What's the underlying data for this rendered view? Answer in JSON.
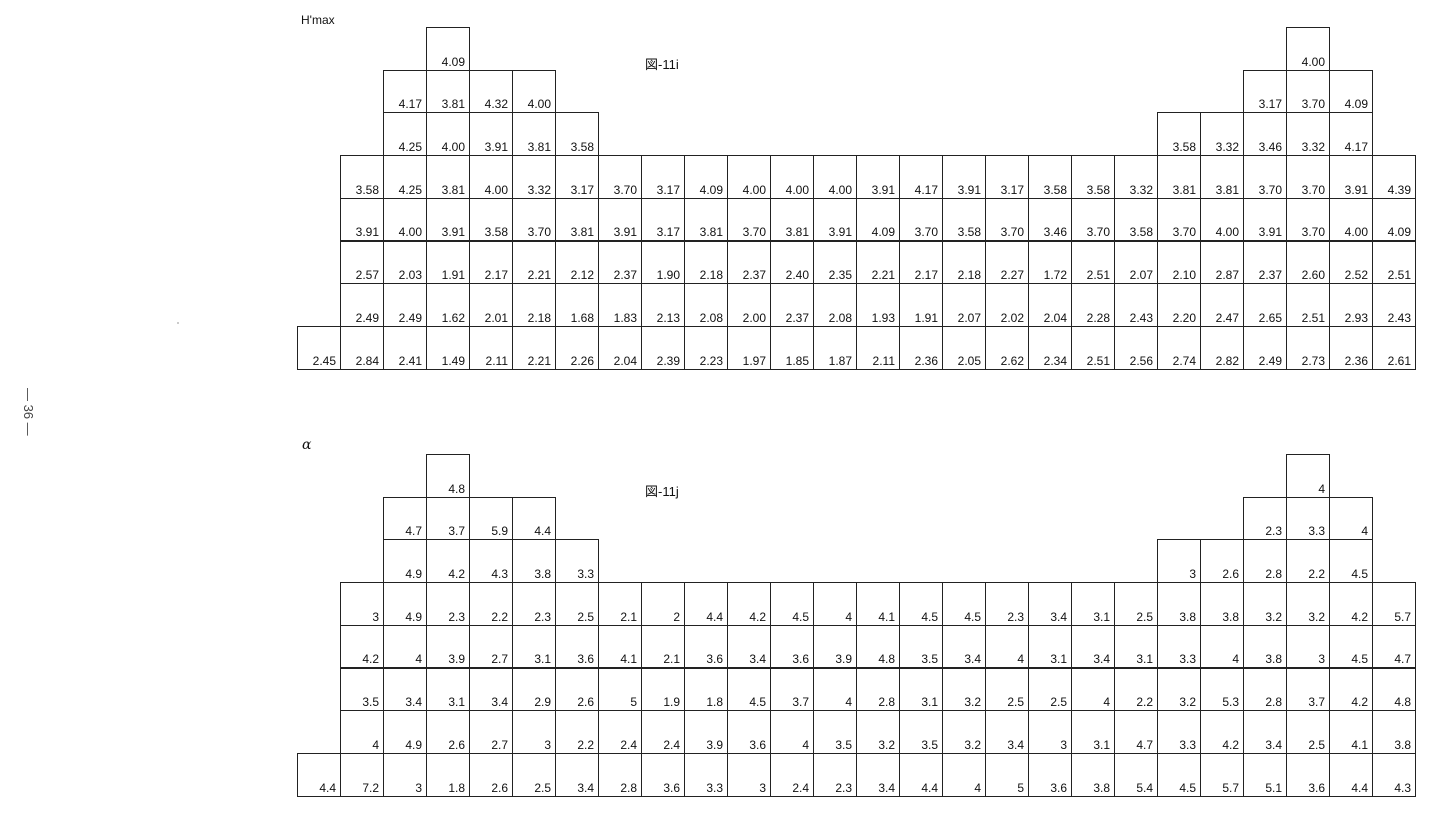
{
  "page_number": "— 36 —",
  "grid_i": {
    "y_label": "H'max",
    "figure_label": "図-11i",
    "rows": [
      [
        null,
        null,
        null,
        "4.09",
        null,
        null,
        null,
        null,
        null,
        null,
        null,
        null,
        null,
        null,
        null,
        null,
        null,
        null,
        null,
        null,
        null,
        null,
        null,
        "4.00",
        null,
        null
      ],
      [
        null,
        null,
        "4.17",
        "3.81",
        "4.32",
        "4.00",
        null,
        null,
        null,
        null,
        null,
        null,
        null,
        null,
        null,
        null,
        null,
        null,
        null,
        null,
        null,
        null,
        "3.17",
        "3.70",
        "4.09",
        null
      ],
      [
        null,
        null,
        "4.25",
        "4.00",
        "3.91",
        "3.81",
        "3.58",
        null,
        null,
        null,
        null,
        null,
        null,
        null,
        null,
        null,
        null,
        null,
        null,
        null,
        "3.58",
        "3.32",
        "3.46",
        "3.32",
        "4.17",
        null
      ],
      [
        null,
        "3.58",
        "4.25",
        "3.81",
        "4.00",
        "3.32",
        "3.17",
        "3.70",
        "3.17",
        "4.09",
        "4.00",
        "4.00",
        "4.00",
        "3.91",
        "4.17",
        "3.91",
        "3.17",
        "3.58",
        "3.58",
        "3.32",
        "3.81",
        "3.81",
        "3.70",
        "3.70",
        "3.91",
        "4.39"
      ],
      [
        null,
        "3.91",
        "4.00",
        "3.91",
        "3.58",
        "3.70",
        "3.81",
        "3.91",
        "3.17",
        "3.81",
        "3.70",
        "3.81",
        "3.91",
        "4.09",
        "3.70",
        "3.58",
        "3.70",
        "3.46",
        "3.70",
        "3.58",
        "3.70",
        "4.00",
        "3.91",
        "3.70",
        "4.00",
        "4.09"
      ],
      [
        null,
        "2.57",
        "2.03",
        "1.91",
        "2.17",
        "2.21",
        "2.12",
        "2.37",
        "1.90",
        "2.18",
        "2.37",
        "2.40",
        "2.35",
        "2.21",
        "2.17",
        "2.18",
        "2.27",
        "1.72",
        "2.51",
        "2.07",
        "2.10",
        "2.87",
        "2.37",
        "2.60",
        "2.52",
        "2.51"
      ],
      [
        null,
        "2.49",
        "2.49",
        "1.62",
        "2.01",
        "2.18",
        "1.68",
        "1.83",
        "2.13",
        "2.08",
        "2.00",
        "2.37",
        "2.08",
        "1.93",
        "1.91",
        "2.07",
        "2.02",
        "2.04",
        "2.28",
        "2.43",
        "2.20",
        "2.47",
        "2.65",
        "2.51",
        "2.93",
        "2.43"
      ],
      [
        "2.45",
        "2.84",
        "2.41",
        "1.49",
        "2.11",
        "2.21",
        "2.26",
        "2.04",
        "2.39",
        "2.23",
        "1.97",
        "1.85",
        "1.87",
        "2.11",
        "2.36",
        "2.05",
        "2.62",
        "2.34",
        "2.51",
        "2.56",
        "2.74",
        "2.82",
        "2.49",
        "2.73",
        "2.36",
        "2.61"
      ]
    ]
  },
  "grid_j": {
    "y_label": "α",
    "figure_label": "図-11j",
    "rows": [
      [
        null,
        null,
        null,
        "4.8",
        null,
        null,
        null,
        null,
        null,
        null,
        null,
        null,
        null,
        null,
        null,
        null,
        null,
        null,
        null,
        null,
        null,
        null,
        null,
        "4",
        null,
        null
      ],
      [
        null,
        null,
        "4.7",
        "3.7",
        "5.9",
        "4.4",
        null,
        null,
        null,
        null,
        null,
        null,
        null,
        null,
        null,
        null,
        null,
        null,
        null,
        null,
        null,
        null,
        "2.3",
        "3.3",
        "4",
        null
      ],
      [
        null,
        null,
        "4.9",
        "4.2",
        "4.3",
        "3.8",
        "3.3",
        null,
        null,
        null,
        null,
        null,
        null,
        null,
        null,
        null,
        null,
        null,
        null,
        null,
        "3",
        "2.6",
        "2.8",
        "2.2",
        "4.5",
        null
      ],
      [
        null,
        "3",
        "4.9",
        "2.3",
        "2.2",
        "2.3",
        "2.5",
        "2.1",
        "2",
        "4.4",
        "4.2",
        "4.5",
        "4",
        "4.1",
        "4.5",
        "4.5",
        "2.3",
        "3.4",
        "3.1",
        "2.5",
        "3.8",
        "3.8",
        "3.2",
        "3.2",
        "4.2",
        "5.7"
      ],
      [
        null,
        "4.2",
        "4",
        "3.9",
        "2.7",
        "3.1",
        "3.6",
        "4.1",
        "2.1",
        "3.6",
        "3.4",
        "3.6",
        "3.9",
        "4.8",
        "3.5",
        "3.4",
        "4",
        "3.1",
        "3.4",
        "3.1",
        "3.3",
        "4",
        "3.8",
        "3",
        "4.5",
        "4.7"
      ],
      [
        null,
        "3.5",
        "3.4",
        "3.1",
        "3.4",
        "2.9",
        "2.6",
        "5",
        "1.9",
        "1.8",
        "4.5",
        "3.7",
        "4",
        "2.8",
        "3.1",
        "3.2",
        "2.5",
        "2.5",
        "4",
        "2.2",
        "3.2",
        "5.3",
        "2.8",
        "3.7",
        "4.2",
        "4.8"
      ],
      [
        null,
        "4",
        "4.9",
        "2.6",
        "2.7",
        "3",
        "2.2",
        "2.4",
        "2.4",
        "3.9",
        "3.6",
        "4",
        "3.5",
        "3.2",
        "3.5",
        "3.2",
        "3.4",
        "3",
        "3.1",
        "4.7",
        "3.3",
        "4.2",
        "3.4",
        "2.5",
        "4.1",
        "3.8"
      ],
      [
        "4.4",
        "7.2",
        "3",
        "1.8",
        "2.6",
        "2.5",
        "3.4",
        "2.8",
        "3.6",
        "3.3",
        "3",
        "2.4",
        "2.3",
        "3.4",
        "4.4",
        "4",
        "5",
        "3.6",
        "3.8",
        "5.4",
        "4.5",
        "5.7",
        "5.1",
        "3.6",
        "4.4",
        "4.3"
      ]
    ]
  }
}
